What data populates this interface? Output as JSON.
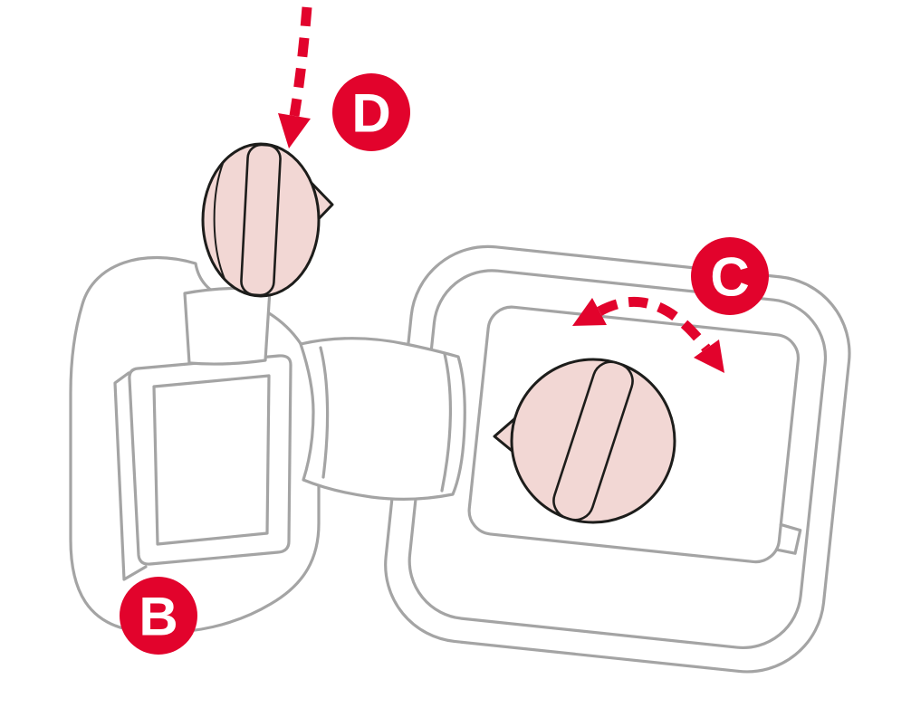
{
  "diagram": {
    "labels": {
      "b": "B",
      "c": "C",
      "d": "D"
    },
    "colors": {
      "accent_red": "#e2032c",
      "knob_fill": "#f2d7d4",
      "outline_gray": "#a4a4a4",
      "part_outline": "#1d1d1b",
      "background": "#ffffff",
      "label_text": "#ffffff"
    },
    "icons": {
      "press_down_arrow": "dashed-arrow-down",
      "rotate_arrow": "dashed-arc-double-headed-arrow"
    }
  }
}
